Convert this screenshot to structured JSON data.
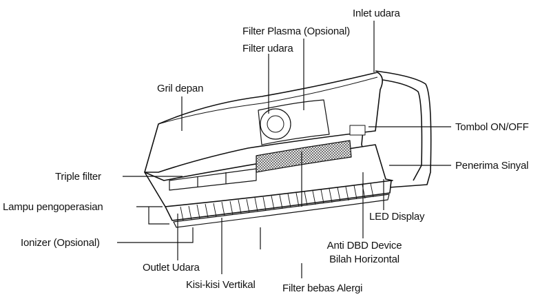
{
  "labels": {
    "inlet_udara": "Inlet udara",
    "filter_plasma": "Filter Plasma (Opsional)",
    "filter_udara": "Filter udara",
    "gril_depan": "Gril depan",
    "tombol_on_off": "Tombol ON/OFF",
    "triple_filter": "Triple filter",
    "penerima_sinyal": "Penerima Sinyal",
    "lampu_pengoperasian": "Lampu pengoperasian",
    "led_display": "LED Display",
    "ionizer": "Ionizer (Opsional)",
    "anti_dbd": "Anti DBD Device",
    "bilah_horizontal": "Bilah Horizontal",
    "outlet_udara": "Outlet Udara",
    "kisi_vertikal": "Kisi-kisi Vertikal",
    "filter_alergi": "Filter bebas Alergi"
  },
  "colors": {
    "line": "#111111",
    "filter_mesh": "#555555",
    "panel_fill": "#ffffff"
  }
}
